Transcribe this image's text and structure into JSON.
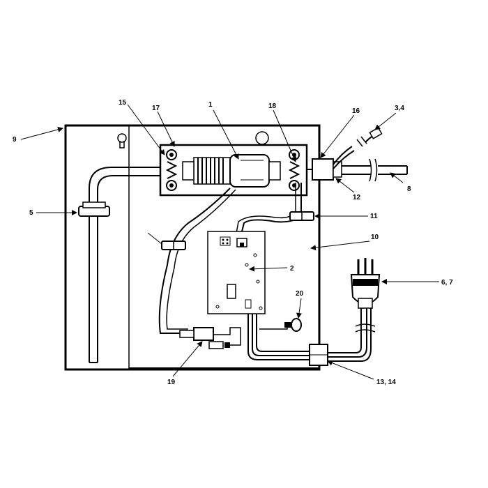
{
  "diagram": {
    "callouts": {
      "c1": "1",
      "c2": "2",
      "c3_4": "3,4",
      "c5": "5",
      "c6_7": "6, 7",
      "c8": "8",
      "c9": "9",
      "c10": "10",
      "c11": "11",
      "c12": "12",
      "c13_14": "13, 14",
      "c15": "15",
      "c16": "16",
      "c17": "17",
      "c18": "18",
      "c19": "19",
      "c20": "20"
    }
  }
}
